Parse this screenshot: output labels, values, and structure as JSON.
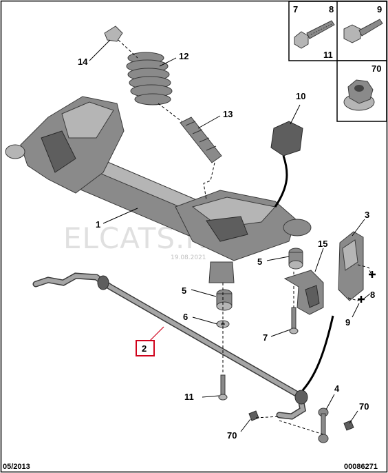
{
  "watermark": {
    "text": "ELCATS.RU",
    "date": "19.08.2021"
  },
  "callouts": {
    "c1": "1",
    "c2": "2",
    "c3": "3",
    "c4": "4",
    "c5a": "5",
    "c5b": "5",
    "c6": "6",
    "c7": "7",
    "c8": "8",
    "c9": "9",
    "c10": "10",
    "c11": "11",
    "c12": "12",
    "c13": "13",
    "c14": "14",
    "c15": "15",
    "c70a": "70",
    "c70b": "70"
  },
  "inset": {
    "top_left_a": "7",
    "top_left_b": "8",
    "bottom_left": "11",
    "top_right": "9",
    "lower": "70"
  },
  "footer": {
    "date": "05/2013",
    "ref": "00086271"
  },
  "colors": {
    "highlight": "#d0021b",
    "parts": "#8a8a8a",
    "lines": "#000000"
  }
}
